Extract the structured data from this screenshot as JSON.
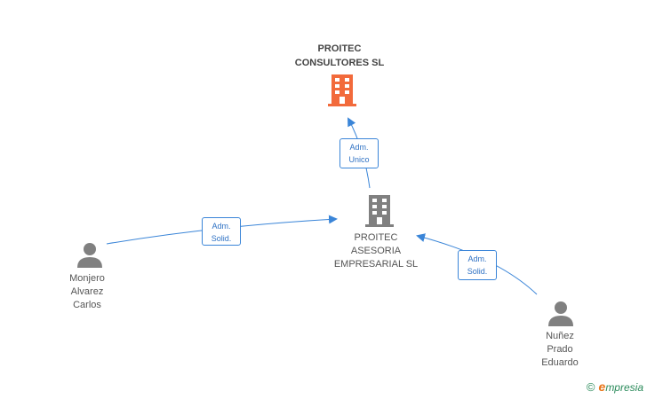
{
  "nodes": {
    "proitec_consultores": {
      "name_lines": [
        "PROITEC",
        "CONSULTORES SL"
      ],
      "icon": "building-icon",
      "color": "#f26a3b"
    },
    "proitec_asesoria": {
      "name_lines": [
        "PROITEC",
        "ASESORIA",
        "EMPRESARIAL SL"
      ],
      "icon": "building-icon",
      "color": "#808080"
    },
    "monjero": {
      "name_lines": [
        "Monjero",
        "Alvarez",
        "Carlos"
      ],
      "icon": "person-icon",
      "color": "#808080"
    },
    "nunez": {
      "name_lines": [
        "Nuñez",
        "Prado",
        "Eduardo"
      ],
      "icon": "person-icon",
      "color": "#808080"
    }
  },
  "edges": [
    {
      "from": "proitec_asesoria",
      "to": "proitec_consultores",
      "label_lines": [
        "Adm.",
        "Unico"
      ]
    },
    {
      "from": "monjero",
      "to": "proitec_asesoria",
      "label_lines": [
        "Adm.",
        "Solid."
      ]
    },
    {
      "from": "nunez",
      "to": "proitec_asesoria",
      "label_lines": [
        "Adm.",
        "Solid."
      ]
    }
  ],
  "edge_color": "#3a85d8",
  "brand": {
    "copyright_symbol": "©",
    "e_letter": "e",
    "rest": "mpresia"
  }
}
